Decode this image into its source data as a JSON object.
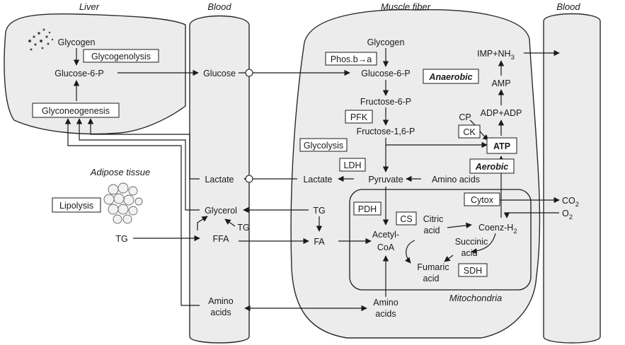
{
  "regions": {
    "liver": "Liver",
    "blood_left": "Blood",
    "muscle": "Muscle fiber",
    "blood_right": "Blood",
    "adipose": "Adipose tissue",
    "mito": "Mitochondria"
  },
  "liver": {
    "glycogen": "Glycogen",
    "glycogenolysis": "Glycogenolysis",
    "g6p": "Glucose-6-P",
    "gluconeogenesis": "Glyconeogenesis"
  },
  "adipose": {
    "lipolysis": "Lipolysis",
    "tg": "TG"
  },
  "blood": {
    "glucose": "Glucose",
    "lactate": "Lactate",
    "glycerol": "Glycerol",
    "ffa": "FFA",
    "tg": "TG",
    "amino_1": "Amino",
    "amino_2": "acids"
  },
  "muscle": {
    "glycogen": "Glycogen",
    "phos": "Phos.b→a",
    "g6p": "Glucose-6-P",
    "anaerobic": "Anaerobic",
    "f6p": "Fructose-6-P",
    "pfk": "PFK",
    "f16p": "Fructose-1,6-P",
    "glycolysis": "Glycolysis",
    "ldh": "LDH",
    "lactate": "Lactate",
    "pyruvate": "Pyruvate",
    "amino_acids": "Amino acids",
    "aerobic": "Aerobic",
    "pdh": "PDH",
    "tg": "TG",
    "fa": "FA",
    "acetyl_1": "Acetyl-",
    "acetyl_2": "CoA",
    "amino_1": "Amino",
    "amino_2": "acids",
    "atp": "ATP",
    "cp": "CP",
    "ck": "CK",
    "adp": "ADP+ADP",
    "amp": "AMP",
    "imp": "IMP+NH",
    "imp_sub": "3"
  },
  "mito": {
    "cs": "CS",
    "citric_1": "Citric",
    "citric_2": "acid",
    "coenz": "Coenz-H",
    "coenz_sub": "2",
    "succinic_1": "Succinic",
    "succinic_2": "acid",
    "fumaric_1": "Fumaric",
    "fumaric_2": "acid",
    "sdh": "SDH",
    "cytox": "Cytox",
    "co2": "CO",
    "co2_sub": "2",
    "o2": "O",
    "o2_sub": "2"
  }
}
